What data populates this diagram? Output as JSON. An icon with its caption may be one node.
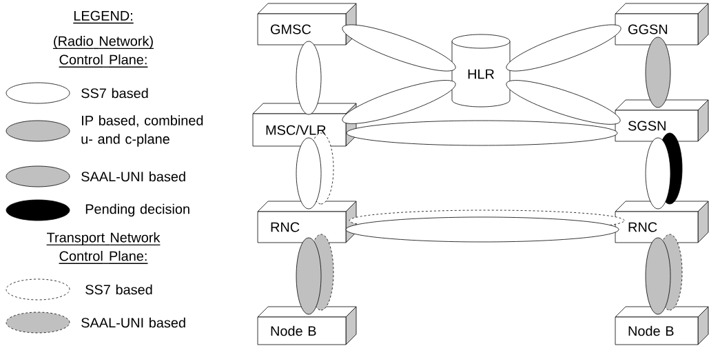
{
  "diagram": {
    "nodes": [
      {
        "text": [
          "GMSC"
        ]
      },
      {
        "text": [
          "GGSN"
        ]
      },
      {
        "text": [
          "HLR"
        ]
      },
      {
        "text": [
          "MSC/VLR"
        ]
      },
      {
        "text": [
          "SGSN"
        ]
      },
      {
        "text": [
          "RNC"
        ]
      },
      {
        "text": [
          "RNC"
        ]
      },
      {
        "text": [
          "Node B"
        ]
      },
      {
        "text": [
          "Node B"
        ]
      }
    ],
    "edges": [
      {
        "from": 0,
        "to": 3,
        "arrow": "none"
      },
      {
        "from": 0,
        "to": 2,
        "arrow": "none"
      },
      {
        "from": 1,
        "to": 2,
        "arrow": "none"
      },
      {
        "from": 1,
        "to": 4,
        "arrow": "none",
        "color": "#c0c0c0"
      },
      {
        "from": 3,
        "to": 2,
        "arrow": "none"
      },
      {
        "from": 4,
        "to": 2,
        "arrow": "none"
      },
      {
        "from": 3,
        "to": 4,
        "arrow": "none"
      },
      {
        "from": 3,
        "to": 5,
        "arrow": "none",
        "style": "dashed"
      },
      {
        "from": 3,
        "to": 5,
        "arrow": "none"
      },
      {
        "from": 4,
        "to": 6,
        "arrow": "none",
        "color": "#000000"
      },
      {
        "from": 4,
        "to": 6,
        "arrow": "none"
      },
      {
        "from": 5,
        "to": 6,
        "arrow": "none",
        "style": "dashed"
      },
      {
        "from": 5,
        "to": 6,
        "arrow": "none"
      },
      {
        "from": 5,
        "to": 7,
        "arrow": "none",
        "style": "dashed",
        "color": "#c0c0c0"
      },
      {
        "from": 5,
        "to": 7,
        "arrow": "none",
        "color": "#c0c0c0"
      },
      {
        "from": 6,
        "to": 8,
        "arrow": "none",
        "style": "dashed",
        "color": "#c0c0c0"
      },
      {
        "from": 6,
        "to": 8,
        "arrow": "none",
        "color": "#c0c0c0"
      }
    ],
    "labels": [
      "LEGEND:",
      "(Radio Network) Control Plane:",
      "Transport Network Control Plane:"
    ],
    "legend": [
      {
        "text": "SS7 based"
      },
      {
        "text": "IP based, combined u- and c-plane",
        "color": "#c0c0c0"
      },
      {
        "text": "SAAL-UNI based",
        "color": "#c0c0c0"
      },
      {
        "text": "Pending decision",
        "color": "#000000"
      },
      {
        "text": "SS7 based"
      },
      {
        "text": "SAAL-UNI based",
        "color": "#c0c0c0"
      }
    ]
  }
}
